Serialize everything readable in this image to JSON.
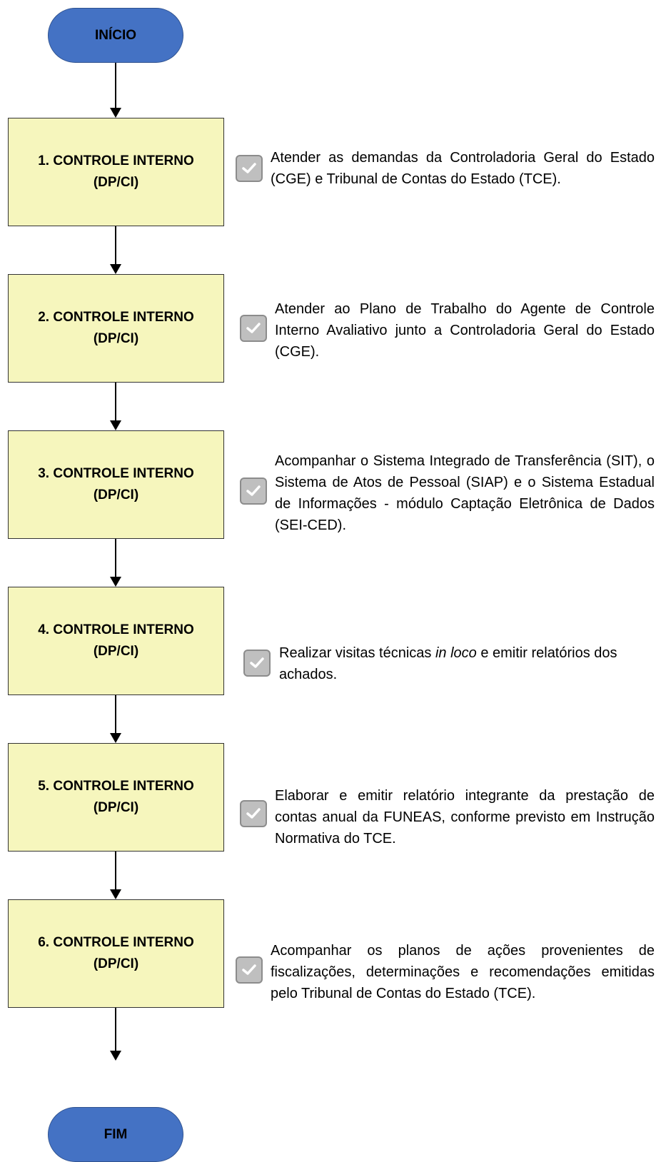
{
  "start": {
    "label": "INÍCIO"
  },
  "end": {
    "label": "FIM"
  },
  "steps": [
    {
      "title": "1. CONTROLE INTERNO",
      "unit": "(DP/CI)",
      "description": "Atender as demandas da Controladoria Geral do Estado (CGE) e Tribunal de Contas do Estado (TCE)."
    },
    {
      "title": "2. CONTROLE INTERNO",
      "unit": "(DP/CI)",
      "description": "Atender ao Plano de Trabalho do Agente de Controle Interno Avaliativo junto a Controladoria Geral do Estado (CGE)."
    },
    {
      "title": "3. CONTROLE INTERNO",
      "unit": "(DP/CI)",
      "description": "Acompanhar o Sistema Integrado de Transferência (SIT), o Sistema de Atos de Pessoal (SIAP) e o Sistema Estadual de Informações - módulo Captação Eletrônica de Dados (SEI-CED)."
    },
    {
      "title": "4. CONTROLE INTERNO",
      "unit": "(DP/CI)",
      "description_before": "Realizar visitas técnicas ",
      "description_italic": "in loco",
      "description_after": " e emitir relatórios dos achados."
    },
    {
      "title": "5. CONTROLE INTERNO",
      "unit": "(DP/CI)",
      "description": "Elaborar e emitir relatório integrante da prestação de contas anual da FUNEAS, conforme previsto em Instrução Normativa do TCE."
    },
    {
      "title": "6. CONTROLE INTERNO",
      "unit": "(DP/CI)",
      "description": "Acompanhar os planos de ações provenientes de fiscalizações, determinações e recomendações emitidas pelo Tribunal de Contas do Estado (TCE)."
    }
  ],
  "colors": {
    "terminal": "#4472c4",
    "process": "#f6f6bd",
    "checkbox": "#bfbfbf"
  },
  "icons": {
    "step_marker": "checkbox-checked-icon"
  }
}
